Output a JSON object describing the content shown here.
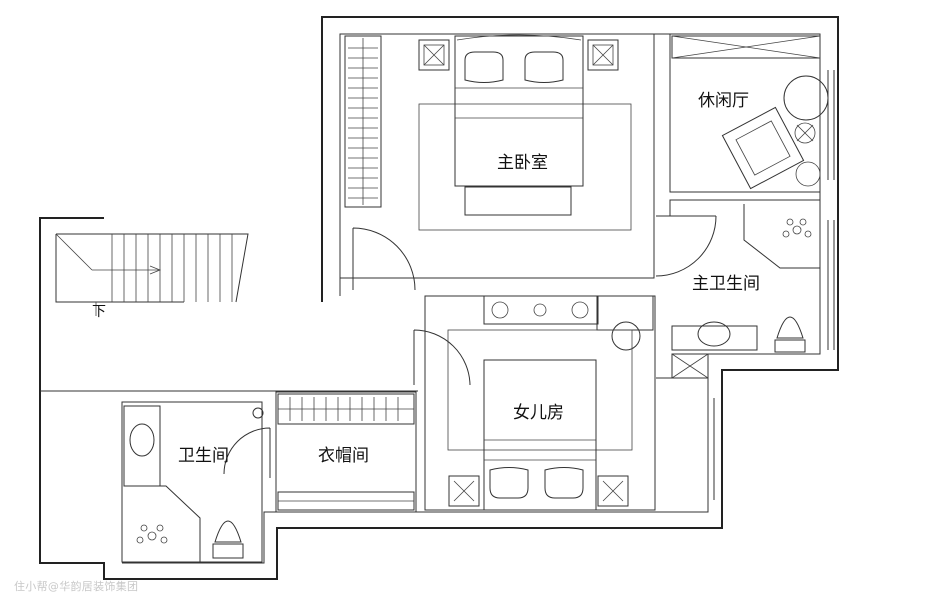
{
  "rooms": {
    "master_bedroom": "主卧室",
    "lounge": "休闲厅",
    "master_bath": "主卫生间",
    "daughter_room": "女儿房",
    "closet": "衣帽间",
    "bathroom": "卫生间"
  },
  "stair_label": "下",
  "watermark": "住小帮@华韵居装饰集团"
}
